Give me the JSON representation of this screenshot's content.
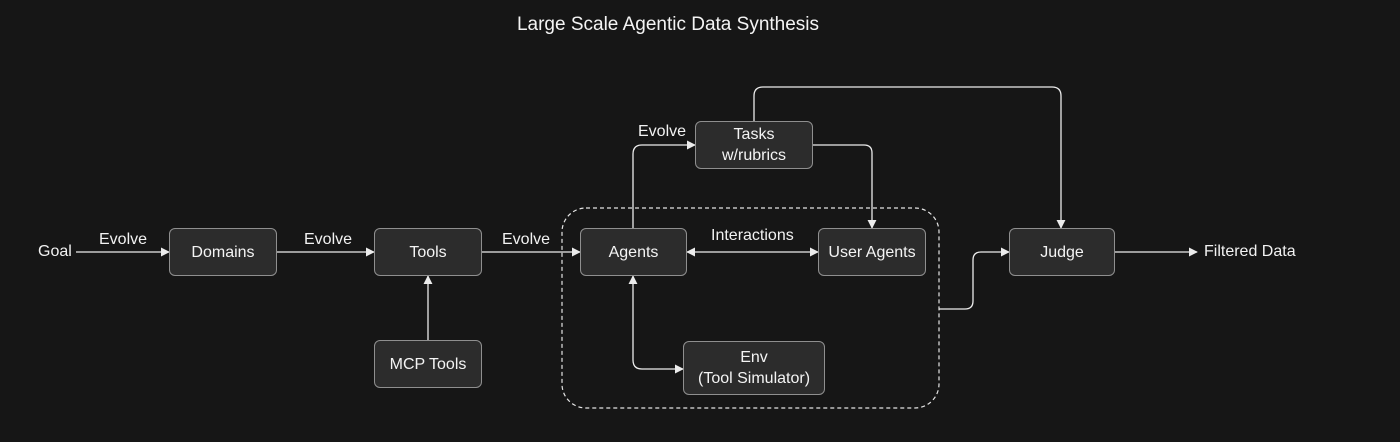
{
  "diagram": {
    "title": "Large Scale Agentic Data Synthesis",
    "nodes": {
      "domains": "Domains",
      "tools": "Tools",
      "mcp_tools": "MCP Tools",
      "agents": "Agents",
      "user_agents": "User Agents",
      "tasks": [
        "Tasks",
        "w/rubrics"
      ],
      "env": [
        "Env",
        "(Tool Simulator)"
      ],
      "judge": "Judge"
    },
    "labels": {
      "goal": "Goal",
      "filtered_data": "Filtered Data",
      "evolve_goal_domains": "Evolve",
      "evolve_domains_tools": "Evolve",
      "evolve_tools_agents": "Evolve",
      "evolve_agents_tasks": "Evolve",
      "interactions": "Interactions"
    },
    "edges": [
      {
        "from": "Goal",
        "to": "Domains",
        "label": "Evolve"
      },
      {
        "from": "Domains",
        "to": "Tools",
        "label": "Evolve"
      },
      {
        "from": "MCP Tools",
        "to": "Tools"
      },
      {
        "from": "Tools",
        "to": "Agents",
        "label": "Evolve"
      },
      {
        "from": "Agents",
        "to": "Tasks w/rubrics",
        "label": "Evolve"
      },
      {
        "from": "Agents",
        "to": "User Agents",
        "label": "Interactions",
        "bidirectional": true
      },
      {
        "from": "Agents",
        "to": "Env (Tool Simulator)",
        "bidirectional": true
      },
      {
        "from": "Tasks w/rubrics",
        "to": "User Agents"
      },
      {
        "from": "Tasks w/rubrics",
        "to": "Judge"
      },
      {
        "from": "Interaction group",
        "to": "Judge"
      },
      {
        "from": "Judge",
        "to": "Filtered Data"
      }
    ],
    "colors": {
      "background": "#161616",
      "node_fill": "#2c2c2c",
      "node_border": "#8f8f8f",
      "line": "#ececec"
    }
  }
}
